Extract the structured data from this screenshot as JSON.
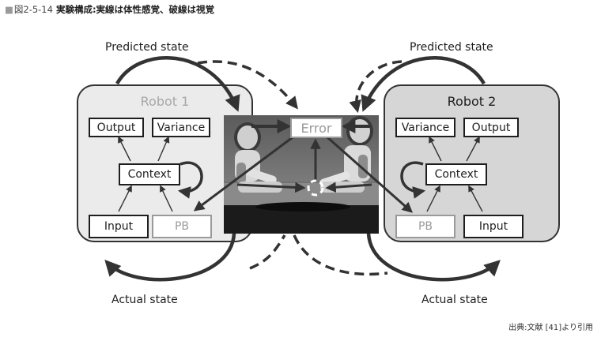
{
  "figure": {
    "marker": "■",
    "number": "図2-5-14",
    "caption": "実験構成:実線は体性感覚、破線は視覚",
    "source": "出典:文献 [41]より引用"
  },
  "labels": {
    "predicted_left": "Predicted state",
    "predicted_right": "Predicted state",
    "actual_left": "Actual state",
    "actual_right": "Actual state",
    "error": "Error"
  },
  "robot1": {
    "title": "Robot 1",
    "output": "Output",
    "variance": "Variance",
    "context": "Context",
    "input": "Input",
    "pb": "PB"
  },
  "robot2": {
    "title": "Robot 2",
    "variance": "Variance",
    "output": "Output",
    "context": "Context",
    "pb": "PB",
    "input": "Input"
  },
  "colors": {
    "line": "#333333",
    "robot1_panel": "#ebebeb",
    "robot2_panel": "#d6d6d6",
    "muted": "#9a9a9a"
  }
}
